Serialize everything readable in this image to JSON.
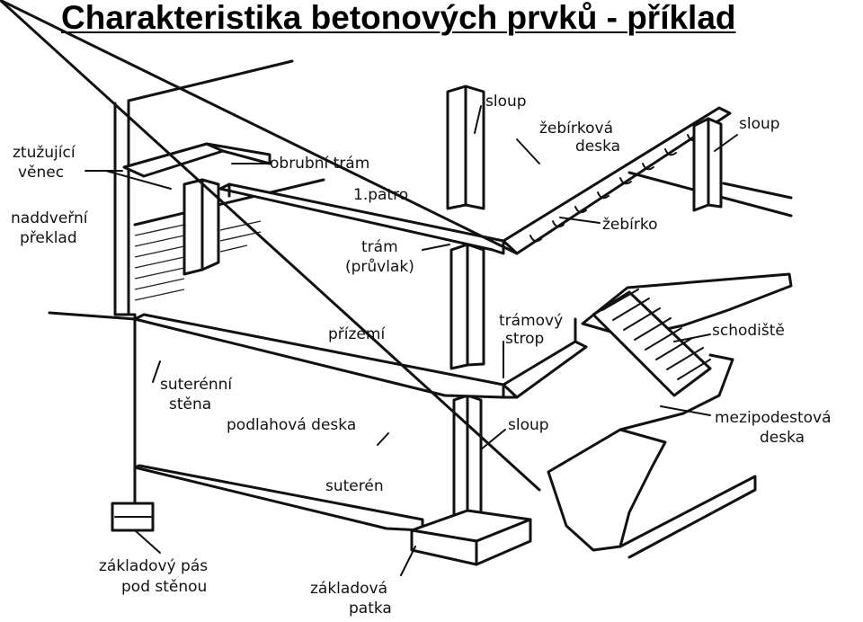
{
  "title": "Charakteristika betonových prvků - příklad",
  "labels": {
    "ztuzujici_venec_1": "ztužující",
    "ztuzujici_venec_2": "věnec",
    "naddverni_preklad_1": "naddveřní",
    "naddverni_preklad_2": "překlad",
    "obrubni_tram": "obrubní trám",
    "patro": "1.patro",
    "sloup_top": "sloup",
    "zebirkova_deska_1": "žebírková",
    "zebirkova_deska_2": "deska",
    "sloup_right": "sloup",
    "zebirko": "žebírko",
    "tram_pruvlak_1": "trám",
    "tram_pruvlak_2": "(průvlak)",
    "prizemi": "přízemí",
    "tramovy_strop_1": "trámový",
    "tramovy_strop_2": "strop",
    "schodiste": "schodiště",
    "suterenni_stena_1": "suterénní",
    "suterenni_stena_2": "stěna",
    "podlahova_deska": "podlahová deska",
    "sloup_bottom": "sloup",
    "mezipodestova_deska_1": "mezipodestová",
    "mezipodestova_deska_2": "deska",
    "suteren": "suterén",
    "zakladovy_pas_1": "základový pás",
    "zakladovy_pas_2": "pod stěnou",
    "zakladova_patka_1": "základová",
    "zakladova_patka_2": "patka"
  }
}
